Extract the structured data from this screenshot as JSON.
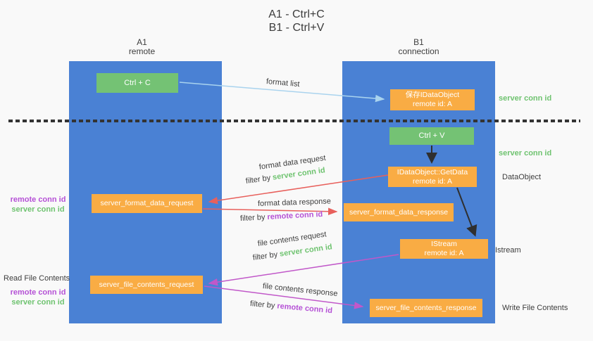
{
  "palette": {
    "background": "#f9f9f9",
    "lifeline_blue": "#4a81d4",
    "node_green": "#74c274",
    "node_orange": "#f9ac44",
    "arrow_blue": "#a9d3ee",
    "arrow_red": "#e8605c",
    "arrow_magenta": "#c158c9",
    "arrow_black": "#2f2f2f",
    "text_dark": "#3d3d3d",
    "conn_id_green": "#6fc370",
    "conn_id_purple": "#b551d6"
  },
  "title": {
    "line1": "A1 - Ctrl+C",
    "line2": "B1 - Ctrl+V"
  },
  "lifelines": {
    "a1": {
      "name": "A1",
      "role": "remote"
    },
    "b1": {
      "name": "B1",
      "role": "connection"
    }
  },
  "nodes": {
    "ctrl_c": {
      "label": "Ctrl + C"
    },
    "ctrl_v": {
      "label": "Ctrl + V"
    },
    "save_dataobject": {
      "line1": "保存IDataObject",
      "line2": "remote id: A"
    },
    "getdata": {
      "line1": "IDataObject::GetData",
      "line2": "remote id: A"
    },
    "istream": {
      "line1": "IStream",
      "line2": "remote id: A"
    },
    "format_data_request": {
      "label": "server_format_data_request"
    },
    "format_data_response": {
      "label": "server_format_data_response"
    },
    "file_contents_request": {
      "label": "server_file_contents_request"
    },
    "file_contents_response": {
      "label": "server_file_contents_response"
    }
  },
  "arrow_labels": {
    "format_list": "format list",
    "format_data_request": "format data request",
    "format_data_response": "format data response",
    "file_contents_request": "file contents request",
    "file_contents_response": "file contents response",
    "filter_by": "filter by ",
    "server_conn_id": "server conn id",
    "remote_conn_id": "remote conn id"
  },
  "side_labels": {
    "server_conn_id": "server conn id",
    "remote_conn_id": "remote conn id",
    "dataobject": "DataObject",
    "istream": "Istream",
    "read_file_contents": "Read File Contents",
    "write_file_contents": "Write File Contents"
  }
}
